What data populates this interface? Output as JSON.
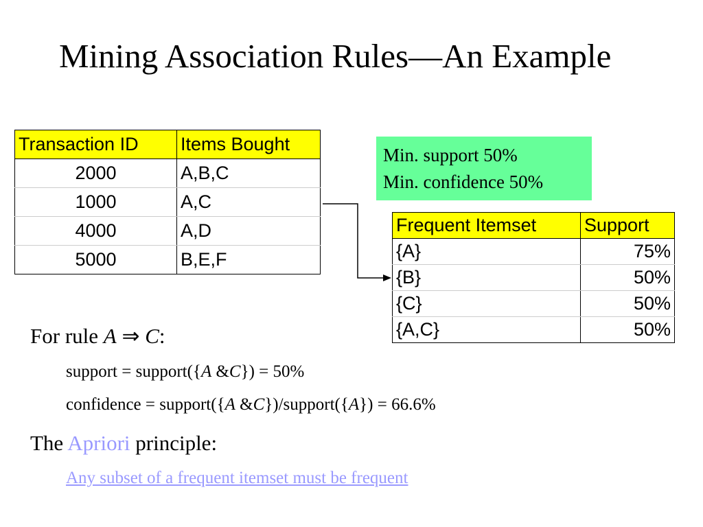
{
  "slide": {
    "title": "Mining Association Rules—An Example"
  },
  "transactions": {
    "headers": [
      "Transaction ID",
      "Items Bought"
    ],
    "rows": [
      {
        "id": "2000",
        "items": "A,B,C"
      },
      {
        "id": "1000",
        "items": "A,C"
      },
      {
        "id": "4000",
        "items": "A,D"
      },
      {
        "id": "5000",
        "items": "B,E,F"
      }
    ]
  },
  "thresholds": {
    "min_support": "Min. support 50%",
    "min_confidence": "Min. confidence 50%",
    "box_color": "#66ff99"
  },
  "frequent_itemsets": {
    "headers": [
      "Frequent Itemset",
      "Support"
    ],
    "rows": [
      {
        "itemset": "{A}",
        "support": "75%"
      },
      {
        "itemset": "{B}",
        "support": "50%"
      },
      {
        "itemset": "{C}",
        "support": "50%"
      },
      {
        "itemset": "{A,C}",
        "support": "50%"
      }
    ]
  },
  "rule": {
    "prefix": "For rule ",
    "a": "A",
    "implies": " ⇒ ",
    "c": "C",
    "suffix": ":"
  },
  "support_line": {
    "p1": "support = support({",
    "a": "A",
    "p2": " &",
    "c": "C",
    "p3": "}) = 50%"
  },
  "confidence_line": {
    "p1": "confidence = support({",
    "a": "A",
    "p2": " &",
    "c": "C",
    "p3": "})/support({",
    "a2": "A",
    "p4": "}) = 66.6%"
  },
  "apriori": {
    "prefix": "The ",
    "name": "Apriori",
    "suffix": " principle:",
    "statement": "Any subset of  a frequent itemset must be frequent"
  },
  "colors": {
    "header_fill": "#ffff00",
    "accent": "#9999ff"
  }
}
